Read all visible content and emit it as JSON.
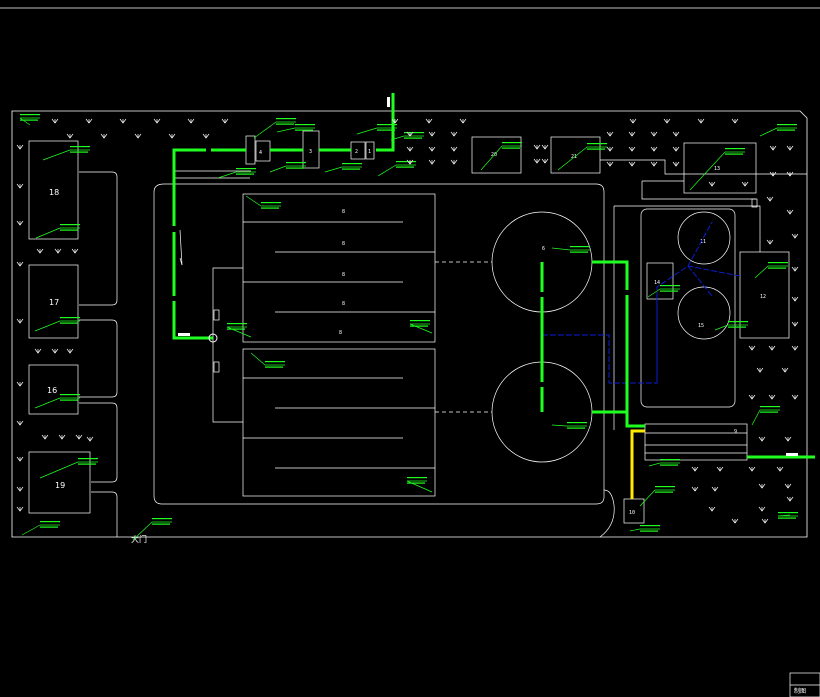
{
  "drawing": {
    "gate_label": "大门",
    "title_block_text": "制图",
    "colors": {
      "background": "#000000",
      "outline": "#ffffff",
      "main_pipe": "#00ff00",
      "gas_pipe": "#0000cc",
      "coord_leader": "#00ff00",
      "special_pipe": "#ffff00"
    },
    "structure_numbers": {
      "s18": "18",
      "s17": "17",
      "s16": "16",
      "s19": "19",
      "s4": "4",
      "s3": "3",
      "s2": "2",
      "s1": "1",
      "s20": "20",
      "s21": "21",
      "s13": "13",
      "s12": "12",
      "s11": "11",
      "s14": "14",
      "s15": "15",
      "s9": "9",
      "s10": "10",
      "tank_a": "8",
      "tank_b": "8",
      "tank_c": "8",
      "tank_d": "8",
      "tank_e": "8",
      "clarifier": "6"
    },
    "coordinate_tag_icon": "survey-coordinate-tag",
    "tree_icon": "shrub-symbol"
  }
}
